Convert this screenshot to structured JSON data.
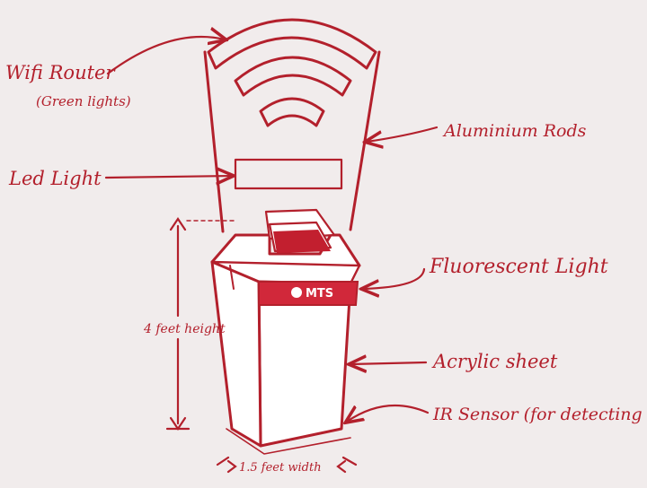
{
  "labels": {
    "wifi_router": "Wifi Router",
    "wifi_router_note": "(Green lights)",
    "led_light": "Led Light",
    "aluminium_rods": "Aluminium Rods",
    "fluorescent_light": "Fluorescent Light",
    "acrylic_sheet": "Acrylic sheet",
    "ir_sensor": "IR Sensor (for detecting obje",
    "height": "4 feet height",
    "width": "1.5 feet width",
    "brand": "MTS"
  },
  "colors": {
    "ink": "#b3202c",
    "paper": "#f1ecec",
    "band": "#d1283a",
    "brand_text": "#ffffff"
  }
}
